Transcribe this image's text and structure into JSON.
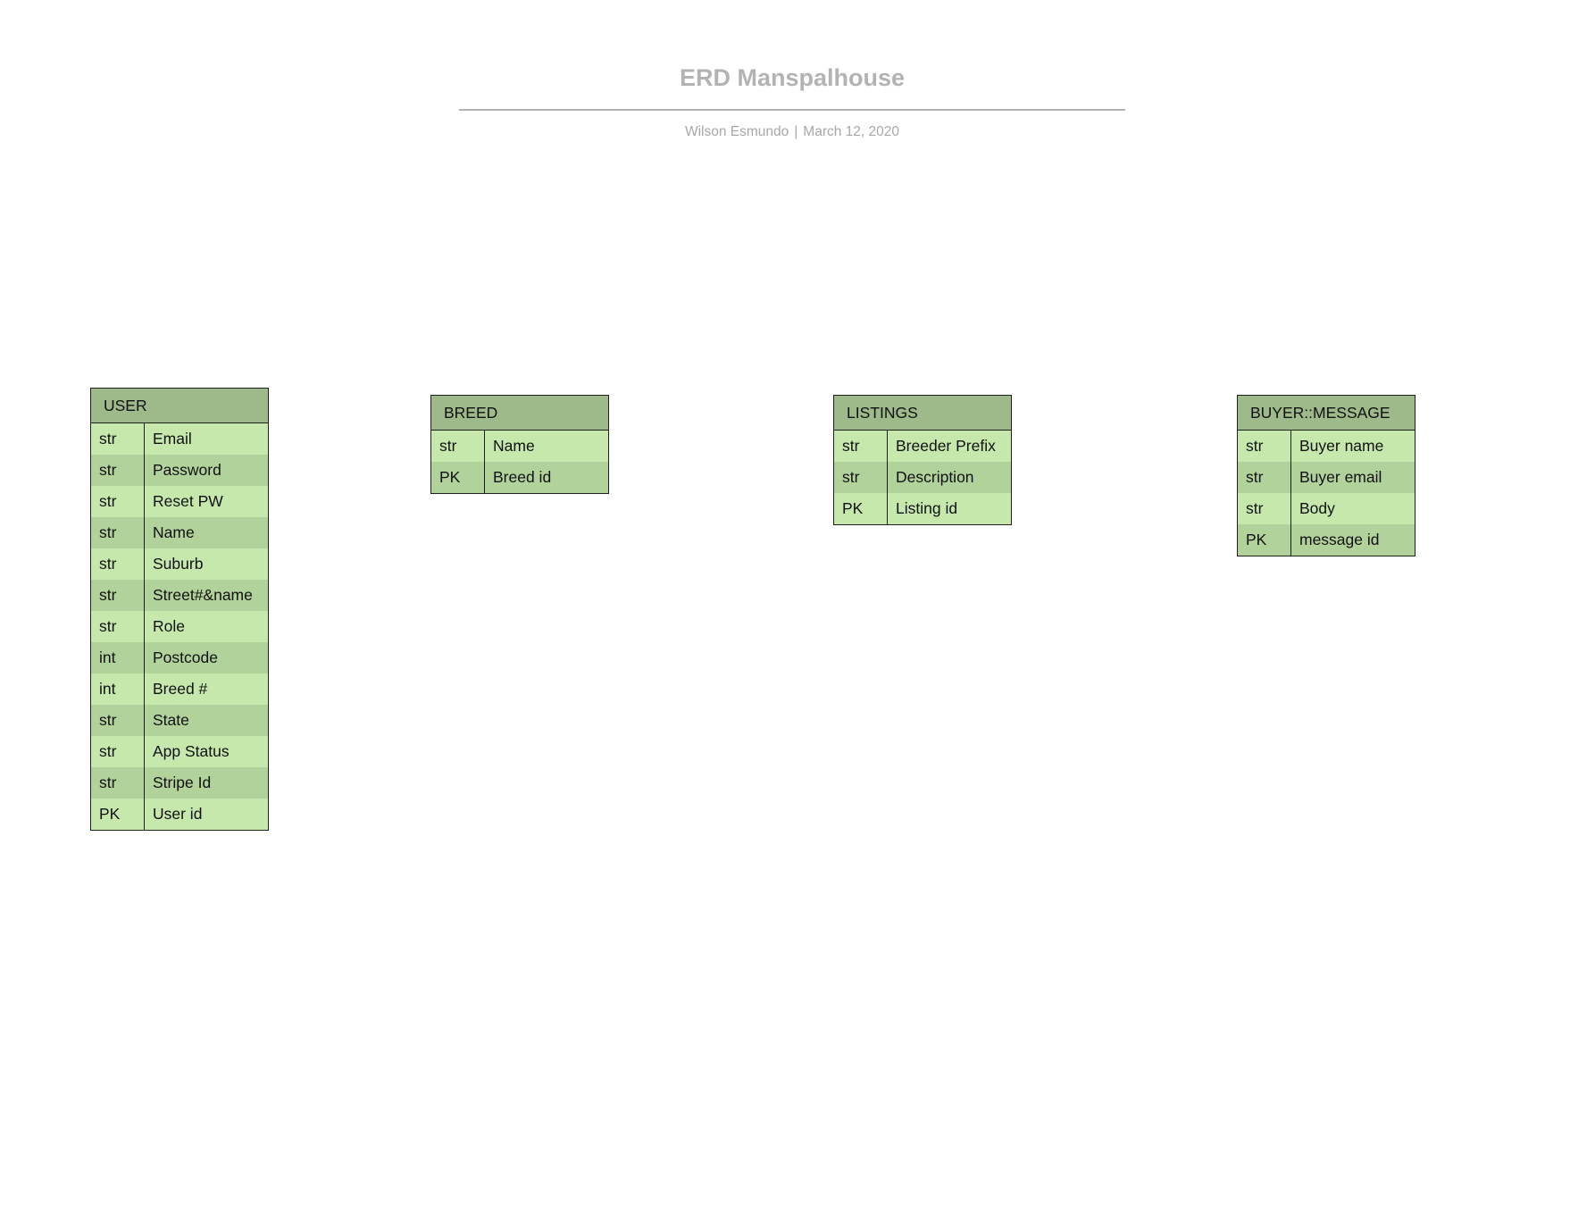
{
  "diagram": {
    "title": "ERD Manspalhouse",
    "author": "Wilson Esmundo",
    "separator": "|",
    "date": "March 12, 2020"
  },
  "colors": {
    "header_fill": "#9fba8a",
    "row_light": "#c6e8ad",
    "row_dark": "#b2d29c",
    "border": "#1f1f1f",
    "title_text": "#b3b3b3"
  },
  "entities": [
    {
      "name": "USER",
      "fields": [
        {
          "type": "str",
          "name": "Email"
        },
        {
          "type": "str",
          "name": "Password"
        },
        {
          "type": "str",
          "name": "Reset PW"
        },
        {
          "type": "str",
          "name": "Name"
        },
        {
          "type": "str",
          "name": "Suburb"
        },
        {
          "type": "str",
          "name": "Street#&name"
        },
        {
          "type": "str",
          "name": "Role"
        },
        {
          "type": "int",
          "name": "Postcode"
        },
        {
          "type": "int",
          "name": "Breed #"
        },
        {
          "type": "str",
          "name": "State"
        },
        {
          "type": "str",
          "name": "App Status"
        },
        {
          "type": "str",
          "name": "Stripe Id"
        },
        {
          "type": "PK",
          "name": "User id"
        }
      ]
    },
    {
      "name": "BREED",
      "fields": [
        {
          "type": "str",
          "name": "Name"
        },
        {
          "type": "PK",
          "name": "Breed id"
        }
      ]
    },
    {
      "name": "LISTINGS",
      "fields": [
        {
          "type": "str",
          "name": "Breeder Prefix"
        },
        {
          "type": "str",
          "name": "Description"
        },
        {
          "type": "PK",
          "name": "Listing id"
        }
      ]
    },
    {
      "name": "BUYER::MESSAGE",
      "fields": [
        {
          "type": "str",
          "name": "Buyer name"
        },
        {
          "type": "str",
          "name": "Buyer email"
        },
        {
          "type": "str",
          "name": "Body"
        },
        {
          "type": "PK",
          "name": "message id"
        }
      ]
    }
  ]
}
